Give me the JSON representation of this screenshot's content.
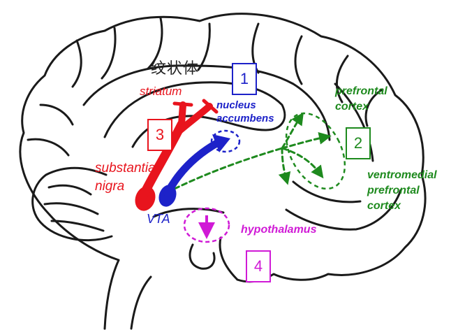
{
  "chinese_title": "纹状体",
  "colors": {
    "outline": "#1a1a1a",
    "dopamine_nigra": "#e8141d",
    "dopamine_vta": "#1d22c9",
    "prefrontal": "#1e8a1e",
    "hypothalamus": "#d01ad6"
  },
  "labels": {
    "striatum": "striatum",
    "nucleus": "nucleus",
    "accumbens": "accumbens",
    "prefrontal": "prefrontal",
    "cortex": "cortex",
    "ventromedial": "ventromedial",
    "prefrontal2": "prefrontal",
    "cortex2": "cortex",
    "substantia": "substantia",
    "nigra": "nigra",
    "vta": "VTA",
    "hypothalamus": "hypothalamus"
  },
  "boxes": {
    "one": "1",
    "two": "2",
    "three": "3",
    "four": "4"
  }
}
